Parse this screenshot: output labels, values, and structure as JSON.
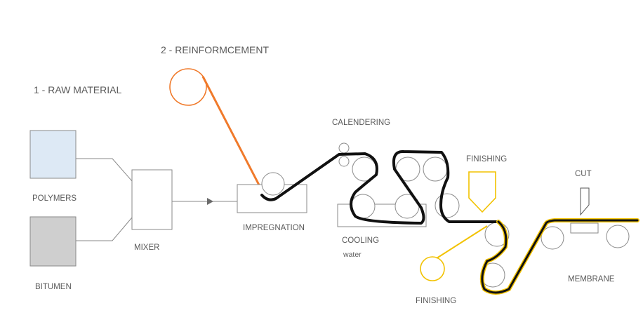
{
  "diagram": {
    "labels": {
      "raw_material": "1 - RAW MATERIAL",
      "reinforcement": "2 - REINFORMCEMENT",
      "polymers": "POLYMERS",
      "bitumen": "BITUMEN",
      "mixer": "MIXER",
      "impregnation": "IMPREGNATION",
      "calendering": "CALENDERING",
      "cooling": "COOLING",
      "water": "water",
      "finishing_top": "FINISHING",
      "finishing_bottom": "FINISHING",
      "cut": "CUT",
      "membrane": "MEMBRANE"
    },
    "colors": {
      "polymers_fill": "#dde9f5",
      "bitumen_fill": "#cfcfcf",
      "reinforcement": "#f07a2b",
      "finishing": "#f2c200",
      "membrane_path": "#111111",
      "outline": "#8a8a8a",
      "text": "#5a5a5a"
    }
  }
}
